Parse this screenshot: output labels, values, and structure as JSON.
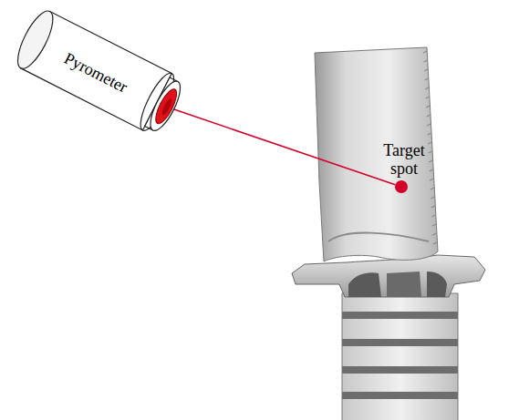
{
  "diagram": {
    "nodes": [
      {
        "text": [
          "Pyrometer"
        ]
      },
      {
        "text": [
          "Target spot"
        ]
      }
    ],
    "edges": [
      {
        "from": 0,
        "to": 1,
        "arrow": "none"
      }
    ]
  }
}
